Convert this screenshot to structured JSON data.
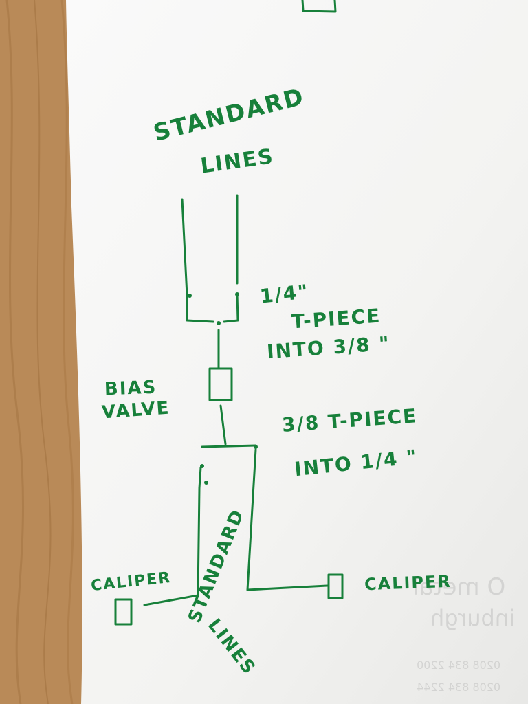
{
  "photo": {
    "subject": "hand-drawn brake line diagram on paper over wooden desk",
    "ink_color": "#17803a",
    "paper_color": "#f7f7f5",
    "desk_color": "#b98a58"
  },
  "labels": {
    "standard_lines_top_1": "STANDARD",
    "standard_lines_top_2": "LINES",
    "quarter_inch": "1/4\"",
    "tpiece_1": "T-PIECE",
    "into_three_eighths": "INTO 3/8 \"",
    "bias": "BIAS",
    "valve": "VALVE",
    "tpiece_2": "3/8 T-PIECE",
    "into_quarter": "INTO 1/4 \"",
    "caliper_left": "CALIPER",
    "caliper_right": "CALIPER",
    "standard_lines_bottom_1": "STANDARD",
    "standard_lines_bottom_2": "LINES"
  },
  "bleed_through": {
    "line1": "O metal",
    "line2": "inburgh",
    "line3": "0208 834 2200",
    "line4": "0208 834 2244"
  }
}
